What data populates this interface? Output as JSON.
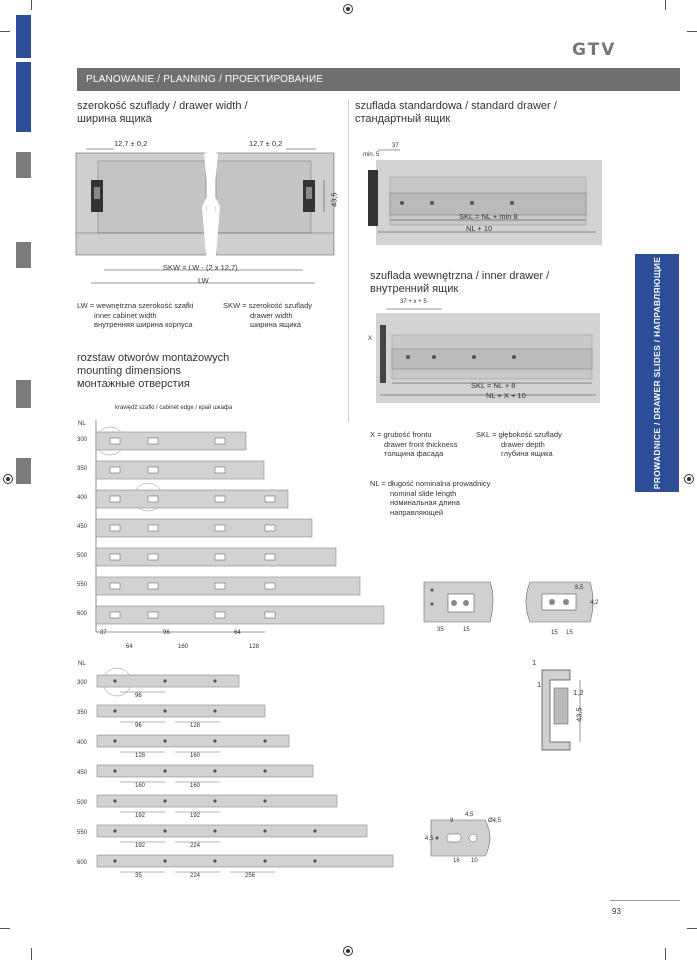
{
  "header": {
    "title": "PLANOWANIE / PLANNING / ПРОЕКТИРОВАНИЕ",
    "logo": "GTV"
  },
  "side_tab": {
    "label": "PROWADNICE / DRAWER SLIDES / НАПРАВЛЯЮЩИЕ"
  },
  "page_number": "93",
  "colors": {
    "accent": "#2c4d97",
    "header_bg": "#6f6f6f",
    "drawing_fill": "#cfcfcf"
  },
  "drawer_width": {
    "title_1": "szerokość szuflady / drawer width /",
    "title_2": "ширина ящика",
    "dim_left": "12,7 ± 0,2",
    "dim_right": "12,7 ±  0,2",
    "dim_height": "43,5",
    "skw_formula": "SKW = LW - (2 x 12,7)",
    "lw": "LW"
  },
  "legend_lw": {
    "line1": "LW = wewnętrzna szerokość szafki",
    "line2": "inner cabinet width",
    "line3": "внутренняя ширина корпуса"
  },
  "legend_skw": {
    "line1": "SKW = szerokość szuflady",
    "line2": "drawer width",
    "line3": "ширина ящика"
  },
  "standard_drawer": {
    "title_1": "szuflada standardowa / standard drawer /",
    "title_2": "стандартный ящик",
    "dim_37": "37",
    "dim_min5": "min. 5",
    "skl": "SKL = NL + min 8",
    "nl10": "NL + 10"
  },
  "inner_drawer": {
    "title_1": "szuflada wewnętrzna / inner drawer /",
    "title_2": "внутренний ящик",
    "dim_top": "37 + x + 5",
    "x": "X",
    "skl": "SKL = NL + 8",
    "nlx": "NL + X + 10"
  },
  "legend_x": {
    "line1": "X = grubość frontu",
    "line2": "drawer front thickness",
    "line3": "толщина фасада"
  },
  "legend_skl": {
    "line1": "SKL = głębokość szuflady",
    "line2": "drawer depth",
    "line3": "глубина ящика"
  },
  "legend_nl": {
    "line1": "NL = długość nominalna prowadnicy",
    "line2": "nominal slide length",
    "line3": "номинальная длина",
    "line4": "направляющей"
  },
  "mounting": {
    "title_1": "rozstaw otworów montażowych",
    "title_2": "mounting dimensions",
    "title_3": "монтажные отверстия",
    "cabinet_edge": "krawędź szafki / cabinet edge / край шкафа",
    "nl_label": "NL",
    "rows": [
      "300",
      "350",
      "400",
      "450",
      "500",
      "550",
      "600"
    ],
    "dims_bottom_1": [
      "37",
      "96",
      "64"
    ],
    "dims_bottom_2": [
      "64",
      "160",
      "128"
    ]
  },
  "drawer_holes": {
    "nl_label": "NL",
    "rows": [
      "300",
      "350",
      "400",
      "450",
      "500",
      "550",
      "600"
    ],
    "dims": [
      [
        "96"
      ],
      [
        "96",
        "128"
      ],
      [
        "128",
        "160"
      ],
      [
        "160",
        "160"
      ],
      [
        "192",
        "192"
      ],
      [
        "192",
        "224"
      ],
      [
        "35",
        "224",
        "256"
      ]
    ]
  },
  "detail_dims": {
    "d35": "35",
    "d15": "15",
    "d15b": "15",
    "d15c": "15",
    "d85": "8,5",
    "d42": "4,2",
    "d1a": "1",
    "d1b": "1",
    "d12": "1,2",
    "d435": "43,5",
    "d9": "9",
    "d45": "4,5",
    "d45v": "4,5",
    "phi45": "Ø4,5",
    "d16": "16",
    "d10": "10"
  }
}
